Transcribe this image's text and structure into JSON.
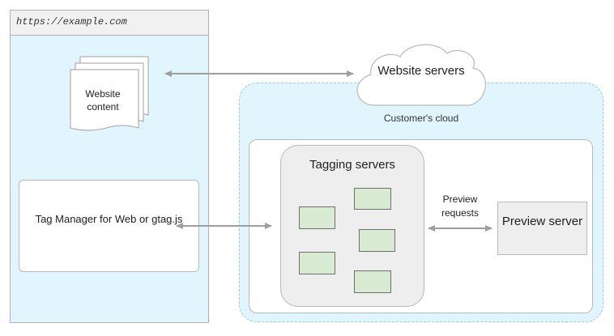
{
  "browser": {
    "url": "https://example.com"
  },
  "website_content": {
    "label": "Website content"
  },
  "tag_manager": {
    "label": "Tag Manager for Web or gtag.js"
  },
  "website_servers": {
    "label": "Website servers"
  },
  "customers_cloud": {
    "label": "Customer's cloud"
  },
  "tagging_servers": {
    "label": "Tagging servers"
  },
  "preview_requests": {
    "label": "Preview requests"
  },
  "preview_server": {
    "label": "Preview server"
  },
  "colors": {
    "cloud_fill": "#e1f5fe",
    "server_fill": "#d9ead3",
    "arrow": "#9e9e9e"
  }
}
